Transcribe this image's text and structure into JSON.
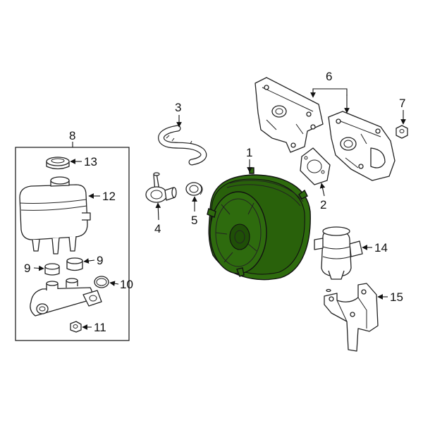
{
  "diagram": {
    "highlight_color": "#2e6b0e",
    "callouts": [
      {
        "id": "c1",
        "text": "1"
      },
      {
        "id": "c2",
        "text": "2"
      },
      {
        "id": "c3",
        "text": "3"
      },
      {
        "id": "c4",
        "text": "4"
      },
      {
        "id": "c5",
        "text": "5"
      },
      {
        "id": "c6",
        "text": "6"
      },
      {
        "id": "c7",
        "text": "7"
      },
      {
        "id": "c8",
        "text": "8"
      },
      {
        "id": "c9a",
        "text": "9"
      },
      {
        "id": "c9b",
        "text": "9"
      },
      {
        "id": "c10",
        "text": "10"
      },
      {
        "id": "c11",
        "text": "11"
      },
      {
        "id": "c12",
        "text": "12"
      },
      {
        "id": "c13",
        "text": "13"
      },
      {
        "id": "c14",
        "text": "14"
      },
      {
        "id": "c15",
        "text": "15"
      }
    ]
  }
}
